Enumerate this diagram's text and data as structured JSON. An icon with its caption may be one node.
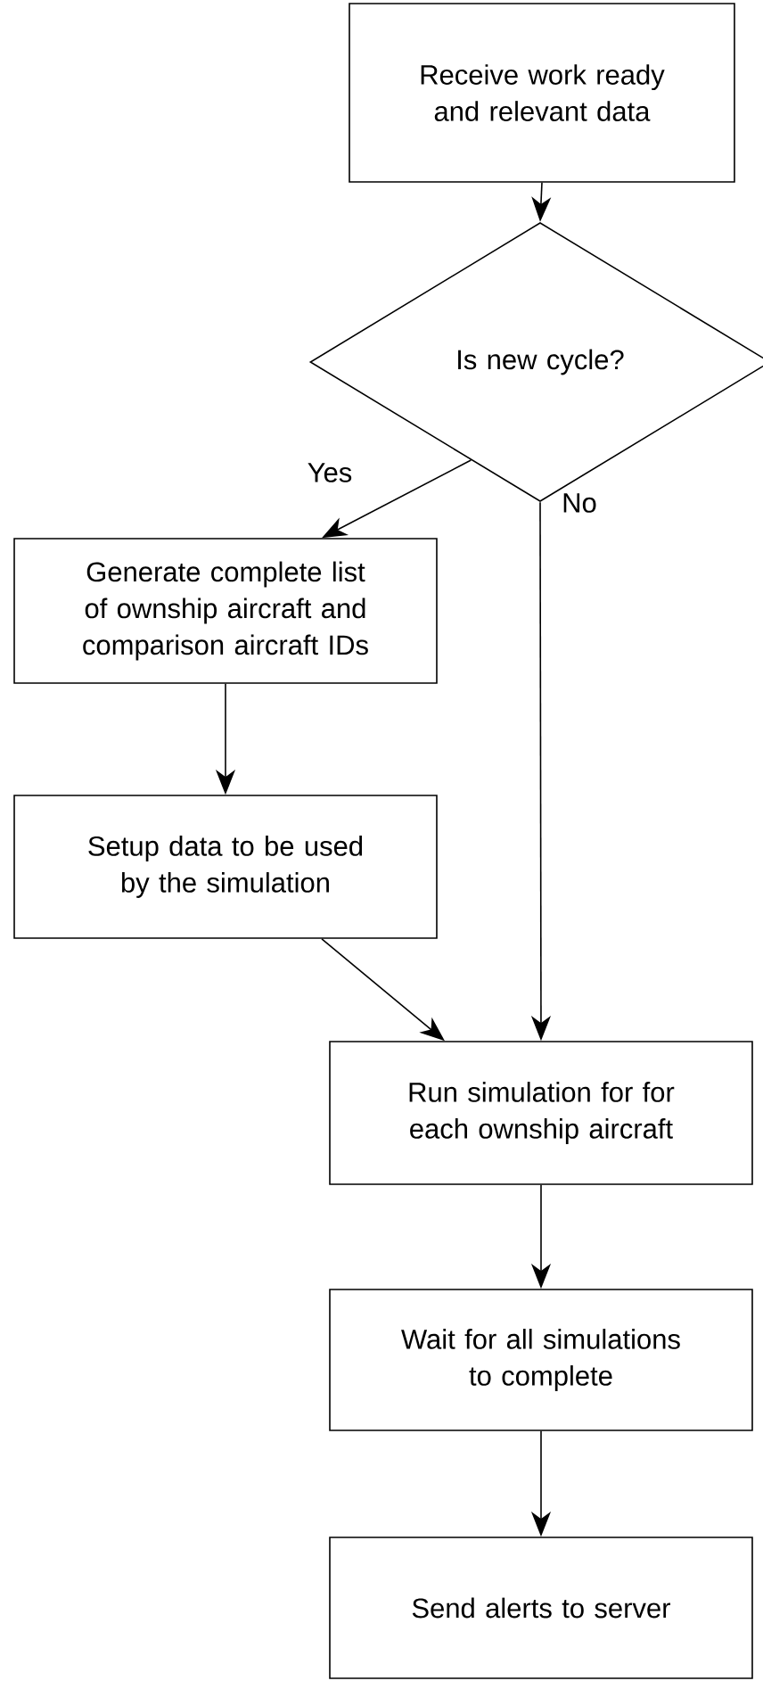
{
  "diagram": {
    "nodes": [
      {
        "text": [
          "Receive work ready and relevant data"
        ]
      },
      {
        "text": [
          "Is new cycle?"
        ]
      },
      {
        "text": [
          "Generate complete list of ownship aircraft and comparison aircraft IDs"
        ]
      },
      {
        "text": [
          "Setup data to be used by the simulation"
        ]
      },
      {
        "text": [
          "Run simulation for for each ownship aircraft"
        ]
      },
      {
        "text": [
          "Wait for all simulations to complete"
        ]
      },
      {
        "text": [
          "Send alerts to server"
        ]
      }
    ],
    "edges": [
      {
        "from": 0,
        "to": 1,
        "arrow": "to"
      },
      {
        "from": 1,
        "to": 2,
        "arrow": "to",
        "label": "Yes"
      },
      {
        "from": 1,
        "to": 4,
        "arrow": "to",
        "label": "No"
      },
      {
        "from": 2,
        "to": 3,
        "arrow": "to"
      },
      {
        "from": 3,
        "to": 4,
        "arrow": "to"
      },
      {
        "from": 4,
        "to": 5,
        "arrow": "to"
      },
      {
        "from": 5,
        "to": 6,
        "arrow": "to"
      }
    ]
  }
}
